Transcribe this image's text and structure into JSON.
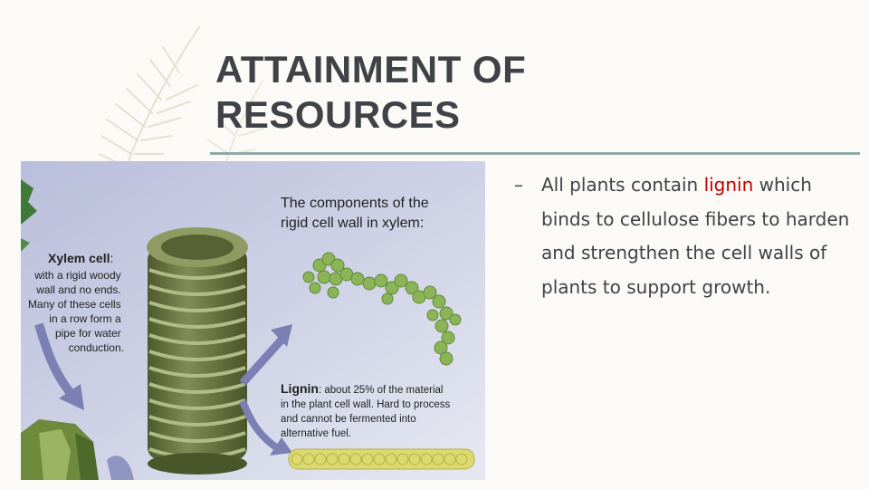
{
  "slide": {
    "title_lines": [
      "ATTAINMENT OF",
      "RESOURCES"
    ],
    "colors": {
      "title": "#3f4347",
      "rule": "#8fa9a7",
      "highlight": "#c00000",
      "figure_bg": "#c9cde1"
    },
    "bullet": {
      "marker": "–",
      "text_before": "All plants contain ",
      "highlight": "lignin",
      "text_after": " which binds to cellulose fibers to harden and strengthen the cell walls of plants to support growth."
    },
    "figure": {
      "heading_lines": [
        "The components of the",
        "rigid cell wall in xylem:"
      ],
      "xylem_title": "Xylem cell",
      "xylem_title_colon": ":",
      "xylem_lines": [
        "with a rigid woody",
        "wall and no ends.",
        "Many of these cells",
        "in a row form a",
        "pipe for water",
        "conduction."
      ],
      "lignin_title": "Lignin",
      "lignin_lines": [
        ": about 25% of the material",
        "in the plant cell wall. Hard to process",
        "and cannot be fermented into",
        "alternative fuel."
      ]
    }
  }
}
